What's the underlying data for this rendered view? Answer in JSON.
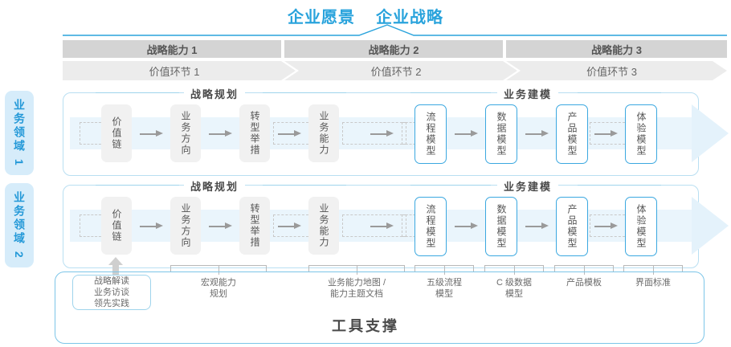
{
  "vision": {
    "left": "企业愿景",
    "right": "企业战略",
    "color": "#29a3dc"
  },
  "header": {
    "capabilities": [
      "战略能力 1",
      "战略能力 2",
      "战略能力 3"
    ],
    "value_chain": [
      "价值环节 1",
      "价值环节 2",
      "价值环节 3"
    ]
  },
  "domains": [
    {
      "label": "业务领域 1"
    },
    {
      "label": "业务领域 2"
    }
  ],
  "lane_sections": {
    "left_title": "战略规划",
    "right_title": "业务建模"
  },
  "nodes": {
    "strategy": [
      "价值链",
      "业务方向",
      "转型举措",
      "业务能力"
    ],
    "modeling": [
      "流程模型",
      "数据模型",
      "产品模型",
      "体验模型"
    ]
  },
  "tools": {
    "box": "战略解读\n业务访谈\n领先实践",
    "box_lines": [
      "战略解读",
      "业务访谈",
      "领先实践"
    ],
    "labels": [
      {
        "lines": [
          "宏观能力",
          "规划"
        ]
      },
      {
        "lines": [
          "业务能力地图 /",
          "能力主题文档"
        ]
      },
      {
        "lines": [
          "五级流程",
          "模型"
        ]
      },
      {
        "lines": [
          "C 级数据",
          "模型"
        ]
      },
      {
        "lines": [
          "产品模板"
        ]
      },
      {
        "lines": [
          "界面标准"
        ]
      }
    ],
    "title": "工具支撑"
  },
  "colors": {
    "accent": "#29a3dc",
    "lane_border": "#b9dff2",
    "band": "#eaf5fc",
    "cap_bar": "#d4d4d4",
    "val_bar": "#ececec",
    "node_gray": "#f1f1f1",
    "node_blue_border": "#3ba8e0"
  }
}
